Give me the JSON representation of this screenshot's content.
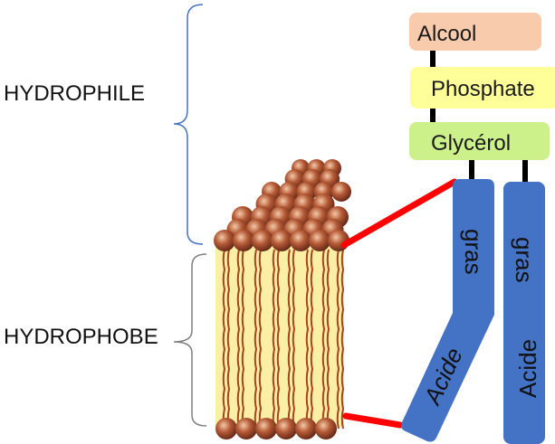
{
  "labels": {
    "hydrophile": "HYDROPHILE",
    "hydrophobe": "HYDROPHOBE"
  },
  "boxes": {
    "alcool": "Alcool",
    "phosphate": "Phosphate",
    "glycerol": "Glycérol"
  },
  "chains": {
    "left_word1": "gras",
    "left_word2": "Acide",
    "right_word1": "gras",
    "right_word2": "Acide"
  },
  "colors": {
    "alcool_box": "#f8cbad",
    "phosphate_box": "#ffff99",
    "glycerol_box": "#ccf08a",
    "chain": "#4472c4",
    "connector": "#ff0000",
    "brace_top": "#4472c4",
    "brace_bottom": "#7f7f7f",
    "membrane_bg": "#fbeea5",
    "head": "#a0452b",
    "tail": "#a8441e"
  }
}
